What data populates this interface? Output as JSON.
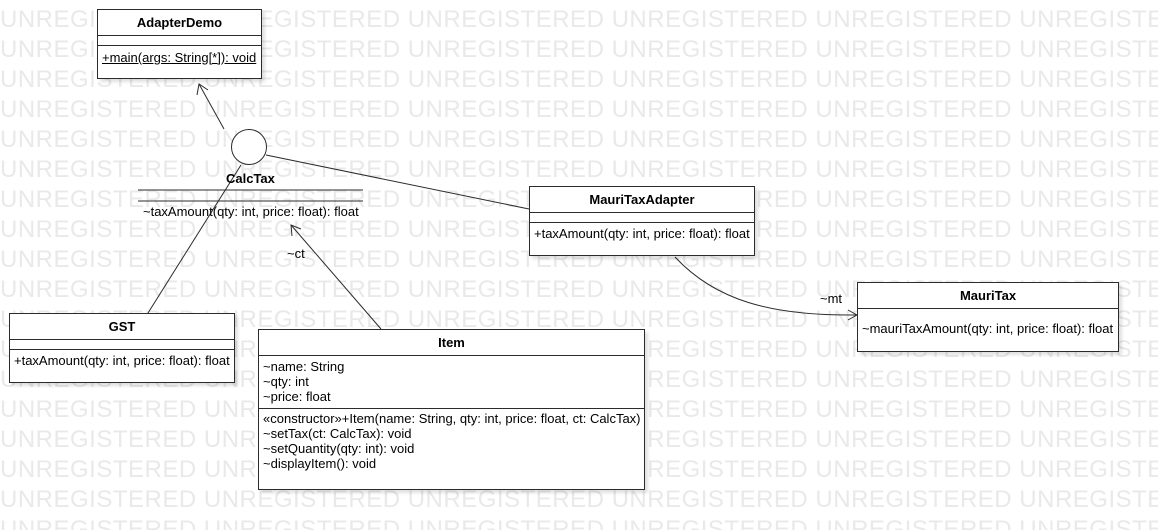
{
  "watermark": {
    "text": "UNREGISTERED"
  },
  "classes": {
    "adapter_demo": {
      "name": "AdapterDemo",
      "operations": [
        "+main(args: String[*]): void"
      ]
    },
    "calc_tax": {
      "name": "CalcTax",
      "operation": "~taxAmount(qty: int, price: float): float"
    },
    "mauri_tax_adapter": {
      "name": "MauriTaxAdapter",
      "operations": [
        "+taxAmount(qty: int, price: float): float"
      ]
    },
    "mauri_tax": {
      "name": "MauriTax",
      "operations": [
        "~mauriTaxAmount(qty: int, price: float): float"
      ]
    },
    "gst": {
      "name": "GST",
      "operations": [
        "+taxAmount(qty: int, price: float): float"
      ]
    },
    "item": {
      "name": "Item",
      "attributes": [
        "~name: String",
        "~qty: int",
        "~price: float"
      ],
      "operations": [
        "«constructor»+Item(name: String, qty: int, price: float, ct: CalcTax)",
        "~setTax(ct: CalcTax): void",
        "~setQuantity(qty: int): void",
        "~displayItem(): void"
      ]
    }
  },
  "associations": {
    "ct_label": "~ct",
    "mt_label": "~mt"
  },
  "colors": {
    "line": "#2b2b2b",
    "watermark": "#e9e9e9",
    "background": "#ffffff"
  }
}
